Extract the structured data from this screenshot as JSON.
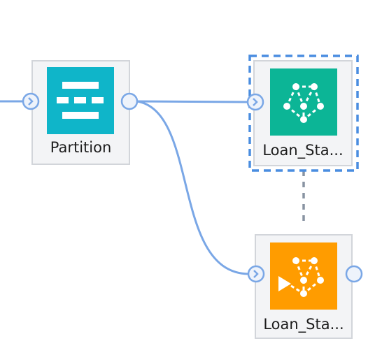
{
  "nodes": {
    "partition": {
      "label": "Partition",
      "tile_color": "#0fb5c9",
      "icon": "partition-icon"
    },
    "model_top": {
      "label": "Loan_Sta...",
      "tile_color": "#0cb596",
      "icon": "model-network-icon"
    },
    "model_bottom": {
      "label": "Loan_Sta...",
      "tile_color": "#ff9c00",
      "icon": "model-play-icon"
    }
  },
  "colors": {
    "link": "#7aa7e6",
    "selection": "#4a8de0",
    "comment_link": "#8893a2"
  }
}
